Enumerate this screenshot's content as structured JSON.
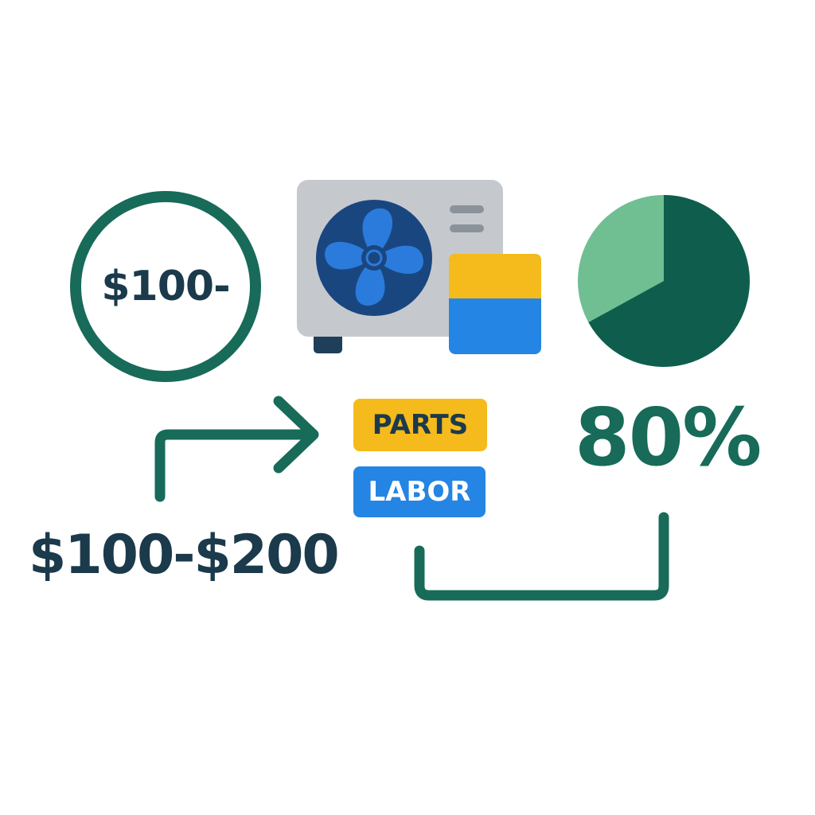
{
  "colors": {
    "dark_green": "#176B58",
    "light_green": "#6FBF92",
    "mint": "#B5D8C1",
    "navy": "#1B3A4B",
    "unit_gray": "#C5C9CD",
    "fan_dark": "#1A4680",
    "fan_blue": "#2A7BDB",
    "parts_yellow": "#F5BA1C",
    "labor_blue": "#2485E4"
  },
  "price_badge": {
    "text": "$100-",
    "icon": "coin-icon"
  },
  "unit": {
    "icon": "outdoor-ac-unit-icon",
    "fan_icon": "fan-icon"
  },
  "pie": {
    "major_fraction": 0.67,
    "minor_fraction": 0.33
  },
  "tags": {
    "parts": "PARTS",
    "labor": "LABOR"
  },
  "percent": "80%",
  "price_range": "$100-$200",
  "connectors": {
    "arrow_icon": "arrow-right-icon",
    "bracket_icon": "bracket-icon"
  }
}
